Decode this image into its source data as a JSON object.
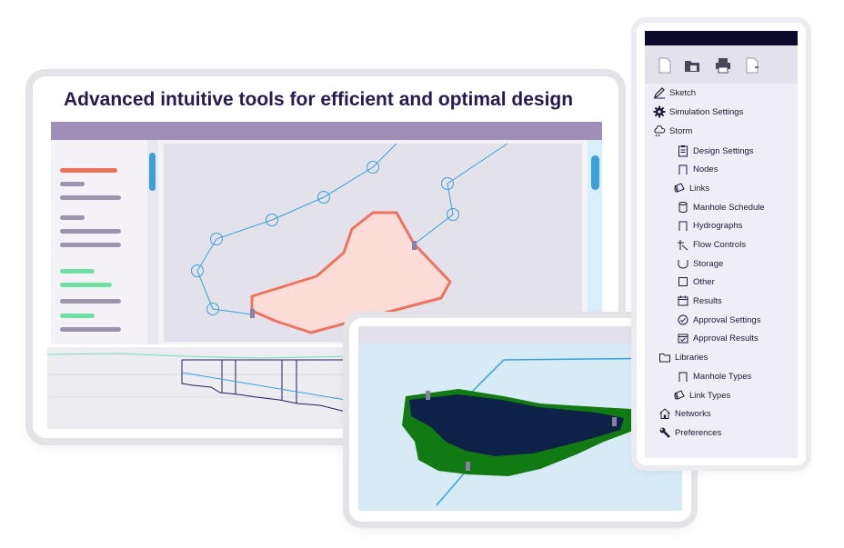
{
  "main_window": {
    "title": "Advanced intuitive tools for efficient and optimal design"
  },
  "tree_panel": {
    "items": [
      {
        "label": "Sketch",
        "icon": "pencil-icon"
      },
      {
        "label": "Simulation Settings",
        "icon": "gear-icon"
      },
      {
        "label": "Storm",
        "icon": "cloud-rain-icon"
      },
      {
        "label": "Design Settings",
        "icon": "clipboard-icon"
      },
      {
        "label": "Nodes",
        "icon": "node-icon"
      },
      {
        "label": "Links",
        "icon": "pipe-icon"
      },
      {
        "label": "Manhole Schedule",
        "icon": "cylinder-icon"
      },
      {
        "label": "Hydrographs",
        "icon": "node-icon"
      },
      {
        "label": "Flow Controls",
        "icon": "flow-control-icon"
      },
      {
        "label": "Storage",
        "icon": "storage-icon"
      },
      {
        "label": "Other",
        "icon": "square-icon"
      },
      {
        "label": "Results",
        "icon": "calendar-icon"
      },
      {
        "label": "Approval Settings",
        "icon": "check-circle-icon"
      },
      {
        "label": "Approval Results",
        "icon": "calendar-check-icon"
      },
      {
        "label": "Libraries",
        "icon": "folder-icon"
      },
      {
        "label": "Manhole Types",
        "icon": "node-icon"
      },
      {
        "label": "Link Types",
        "icon": "pipe-icon"
      },
      {
        "label": "Networks",
        "icon": "home-icon"
      },
      {
        "label": "Preferences",
        "icon": "wrench-icon"
      }
    ]
  },
  "colors": {
    "title": "#271a4f",
    "band": "#9f8fb8",
    "accent_blue": "#3aa1d8",
    "polygon_fill": "#fcdcd6",
    "polygon_stroke": "#ee735f",
    "pond_water": "#0e2148",
    "pond_bank": "#127a12",
    "panel_header": "#0d0a2b"
  }
}
